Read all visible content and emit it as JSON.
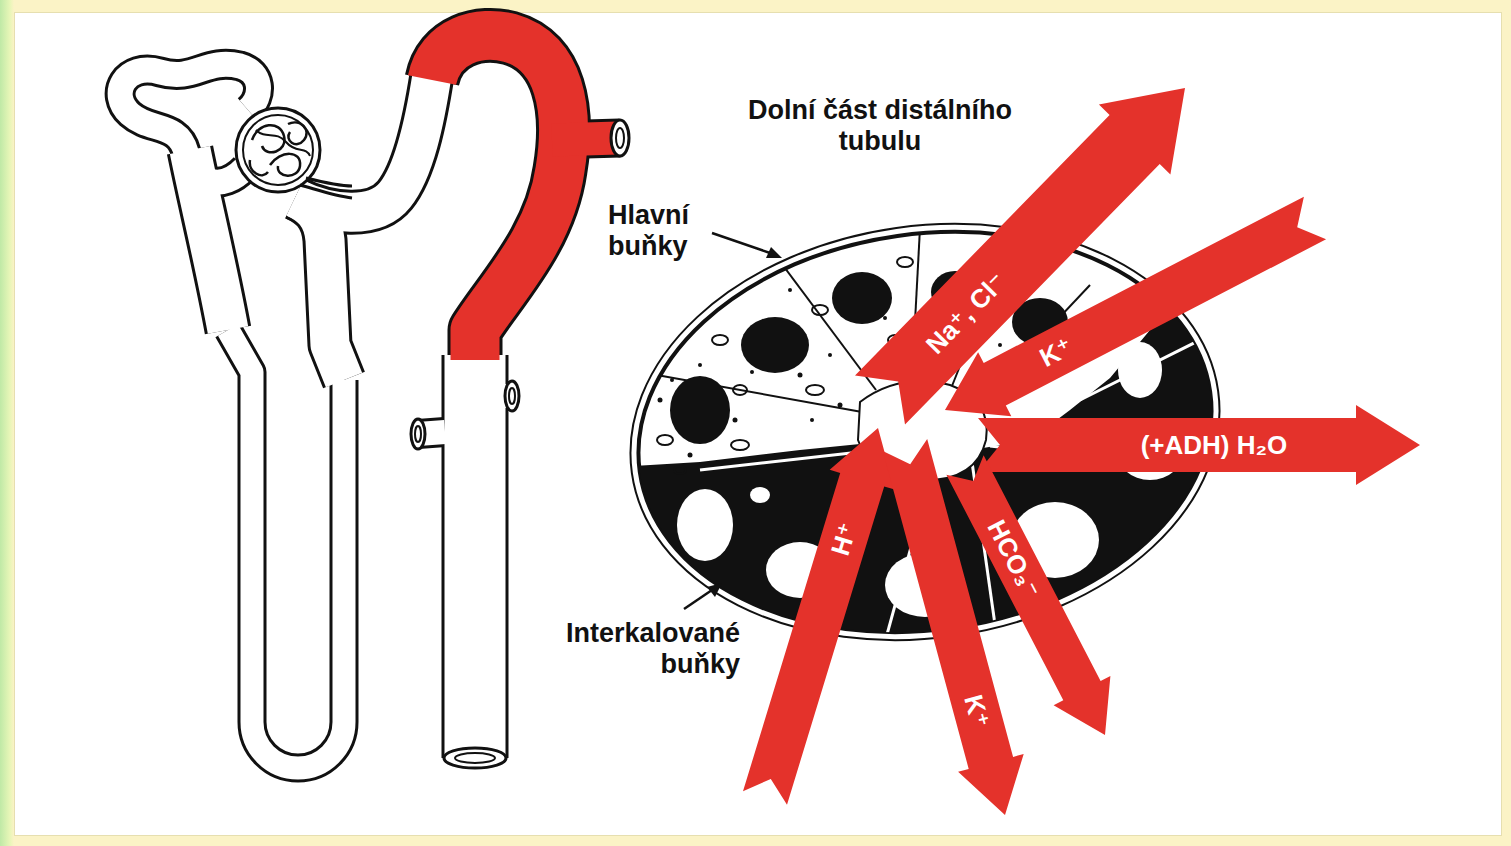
{
  "diagram": {
    "title": "Dolní část distálního tubulu",
    "labels": [
      "Hlavní buňky",
      "Interkalované buňky",
      "Na⁺, Cl⁻",
      "K⁺",
      "(+ADH) H₂O",
      "H⁺",
      "HCO₃⁻",
      "K⁺"
    ]
  }
}
